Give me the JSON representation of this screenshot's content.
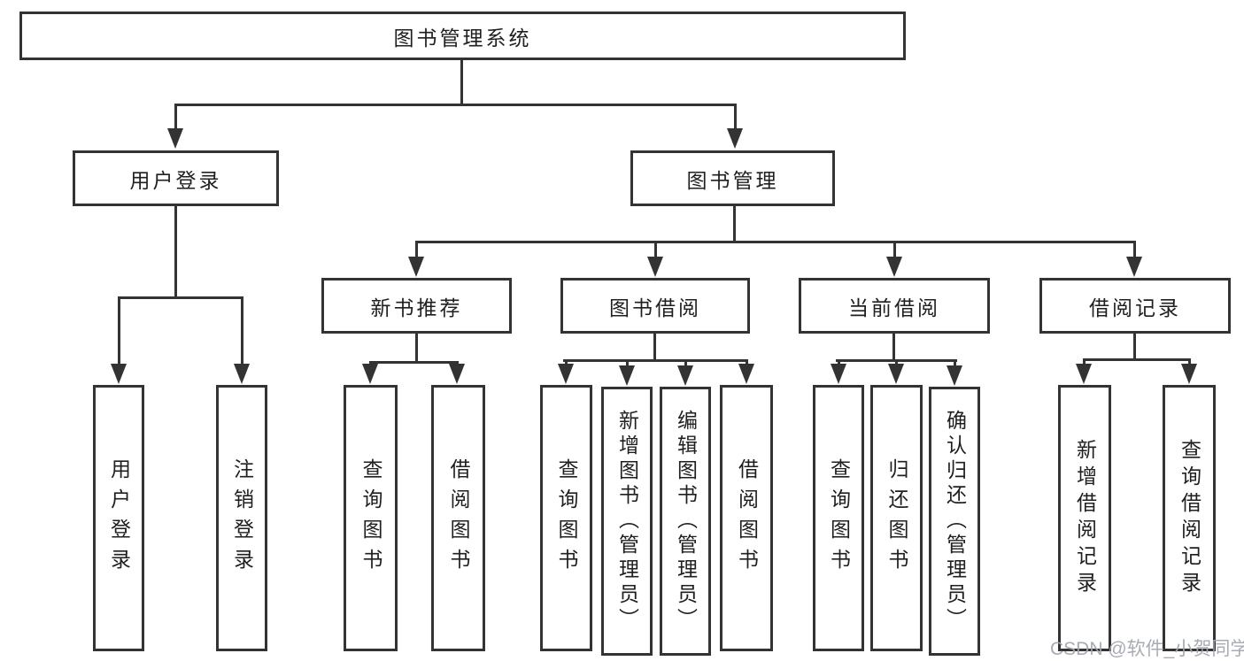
{
  "tree": {
    "root": {
      "label": "图书管理系统"
    },
    "login": {
      "label": "用户登录",
      "children": [
        {
          "label": "用户登录"
        },
        {
          "label": "注销登录"
        }
      ]
    },
    "mgmt": {
      "label": "图书管理",
      "groups": [
        {
          "label": "新书推荐",
          "children": [
            {
              "label": "查询图书"
            },
            {
              "label": "借阅图书"
            }
          ]
        },
        {
          "label": "图书借阅",
          "children": [
            {
              "label": "查询图书"
            },
            {
              "label": "新增图书（管理员）"
            },
            {
              "label": "编辑图书（管理员）"
            },
            {
              "label": "借阅图书"
            }
          ]
        },
        {
          "label": "当前借阅",
          "children": [
            {
              "label": "查询图书"
            },
            {
              "label": "归还图书"
            },
            {
              "label": "确认归还（管理员）"
            }
          ]
        },
        {
          "label": "借阅记录",
          "children": [
            {
              "label": "新增借阅记录"
            },
            {
              "label": "查询借阅记录"
            }
          ]
        }
      ]
    }
  },
  "watermark": {
    "text": "CSDN @软件_小贺同学"
  },
  "colors": {
    "line": "#333333",
    "text": "#1f1f1f",
    "watermark": "#a3a7b0",
    "background": "#ffffff"
  }
}
